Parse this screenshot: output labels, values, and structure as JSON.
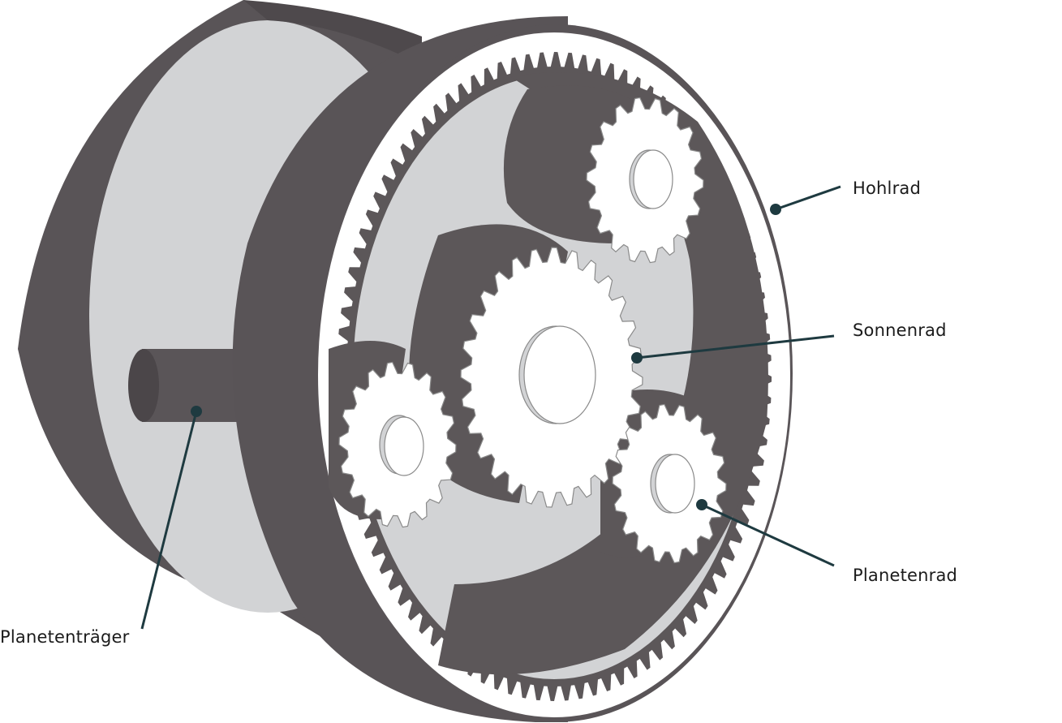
{
  "labels": {
    "hohlrad": "Hohlrad",
    "sonnenrad": "Sonnenrad",
    "planetenrad": "Planetenrad",
    "planetentraeger": "Planetenträger"
  },
  "colors": {
    "housing_dark": "#595457",
    "housing_edge": "#4a4548",
    "inner_light": "#d2d3d5",
    "gear_white": "#ffffff",
    "gear_outline": "#8a8a8a",
    "gear_teeth_dark": "#5c5759",
    "leader_line": "#1e3a40"
  },
  "gears": {
    "ring_teeth": 96,
    "sun_teeth": 28,
    "planet_teeth": 18
  }
}
